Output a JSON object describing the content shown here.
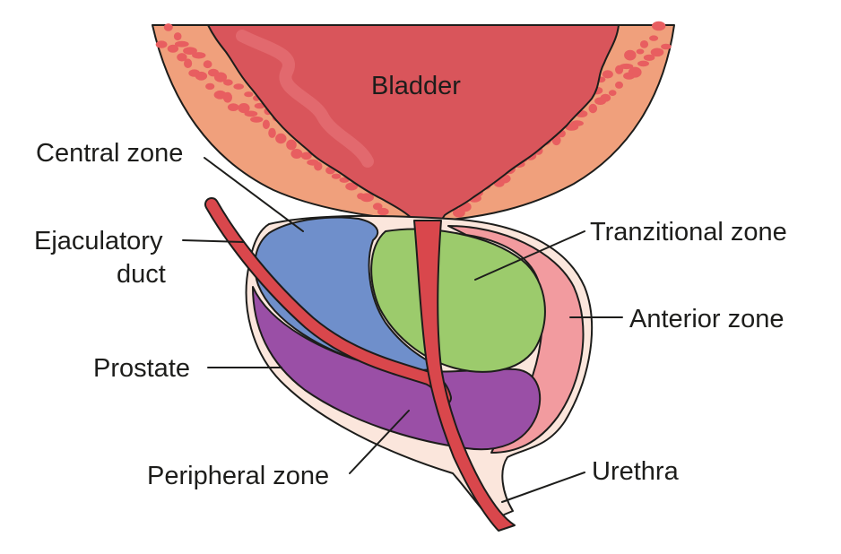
{
  "labels": {
    "bladder": "Bladder",
    "central_zone": "Central zone",
    "ejaculatory_duct_line1": "Ejaculatory",
    "ejaculatory_duct_line2": "duct",
    "prostate": "Prostate",
    "peripheral_zone": "Peripheral zone",
    "transitional_zone": "Tranzitional zone",
    "anterior_zone": "Anterior zone",
    "urethra": "Urethra"
  },
  "colors": {
    "bladder_inner": "#d9555b",
    "bladder_wall": "#f0a07c",
    "bladder_spots": "#e85e60",
    "central_zone": "#6f8fcb",
    "transitional_zone": "#9ccb6c",
    "anterior_zone": "#f29b9f",
    "peripheral_zone": "#9a4fa6",
    "prostate_capsule": "#fbe6dc",
    "urethra": "#d9474c",
    "outline": "#1d1d1b"
  }
}
